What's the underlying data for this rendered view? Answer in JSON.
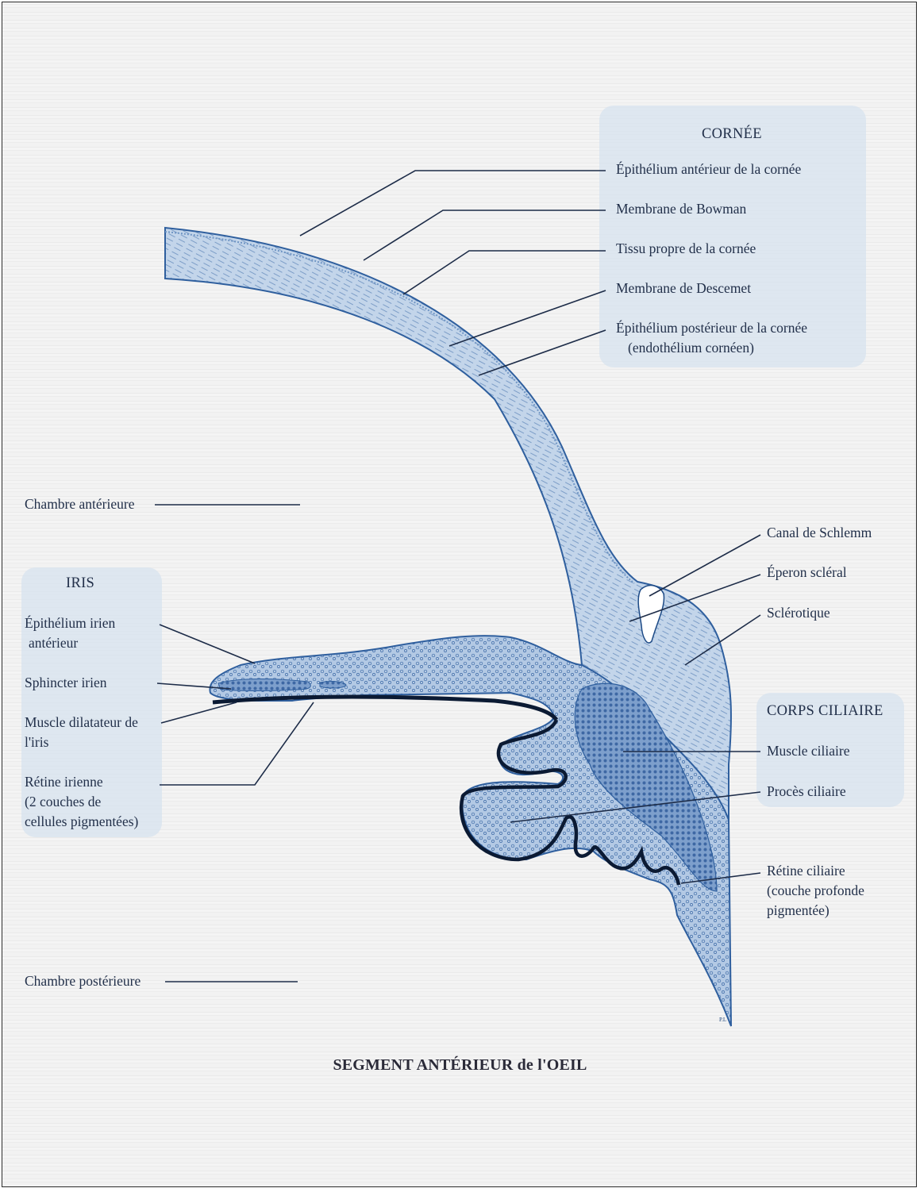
{
  "title": "SEGMENT ANTÉRIEUR de l'OEIL",
  "cornea": {
    "heading": "CORNÉE",
    "items": [
      "Épithélium antérieur de la cornée",
      "Membrane de Bowman",
      "Tissu propre de la cornée",
      "Membrane de Descemet",
      "Épithélium postérieur de la cornée",
      "(endothélium cornéen)"
    ]
  },
  "iris": {
    "heading": "IRIS",
    "items": [
      "Épithélium irien",
      "antérieur",
      "Sphincter irien",
      "Muscle dilatateur de",
      "l'iris",
      "Rétine irienne",
      "(2 couches de",
      "cellules pigmentées)"
    ]
  },
  "chambers": {
    "anterior": "Chambre antérieure",
    "posterior": "Chambre postérieure"
  },
  "sclera_labels": [
    "Canal de Schlemm",
    "Éperon scléral",
    "Sclérotique"
  ],
  "ciliary": {
    "heading": "CORPS CILIAIRE",
    "items": [
      "Muscle ciliaire",
      "Procès ciliaire"
    ]
  },
  "ciliary_retina": [
    "Rétine ciliaire",
    "(couche profonde",
    "pigmentée)"
  ],
  "signature": "P.L",
  "colors": {
    "tissue_fill": "#bcd0e8",
    "tissue_stroke": "#2f5f9e",
    "pigment": "#0b1a33",
    "leader": "#1d2c48",
    "panel": "#d6e2ee"
  }
}
